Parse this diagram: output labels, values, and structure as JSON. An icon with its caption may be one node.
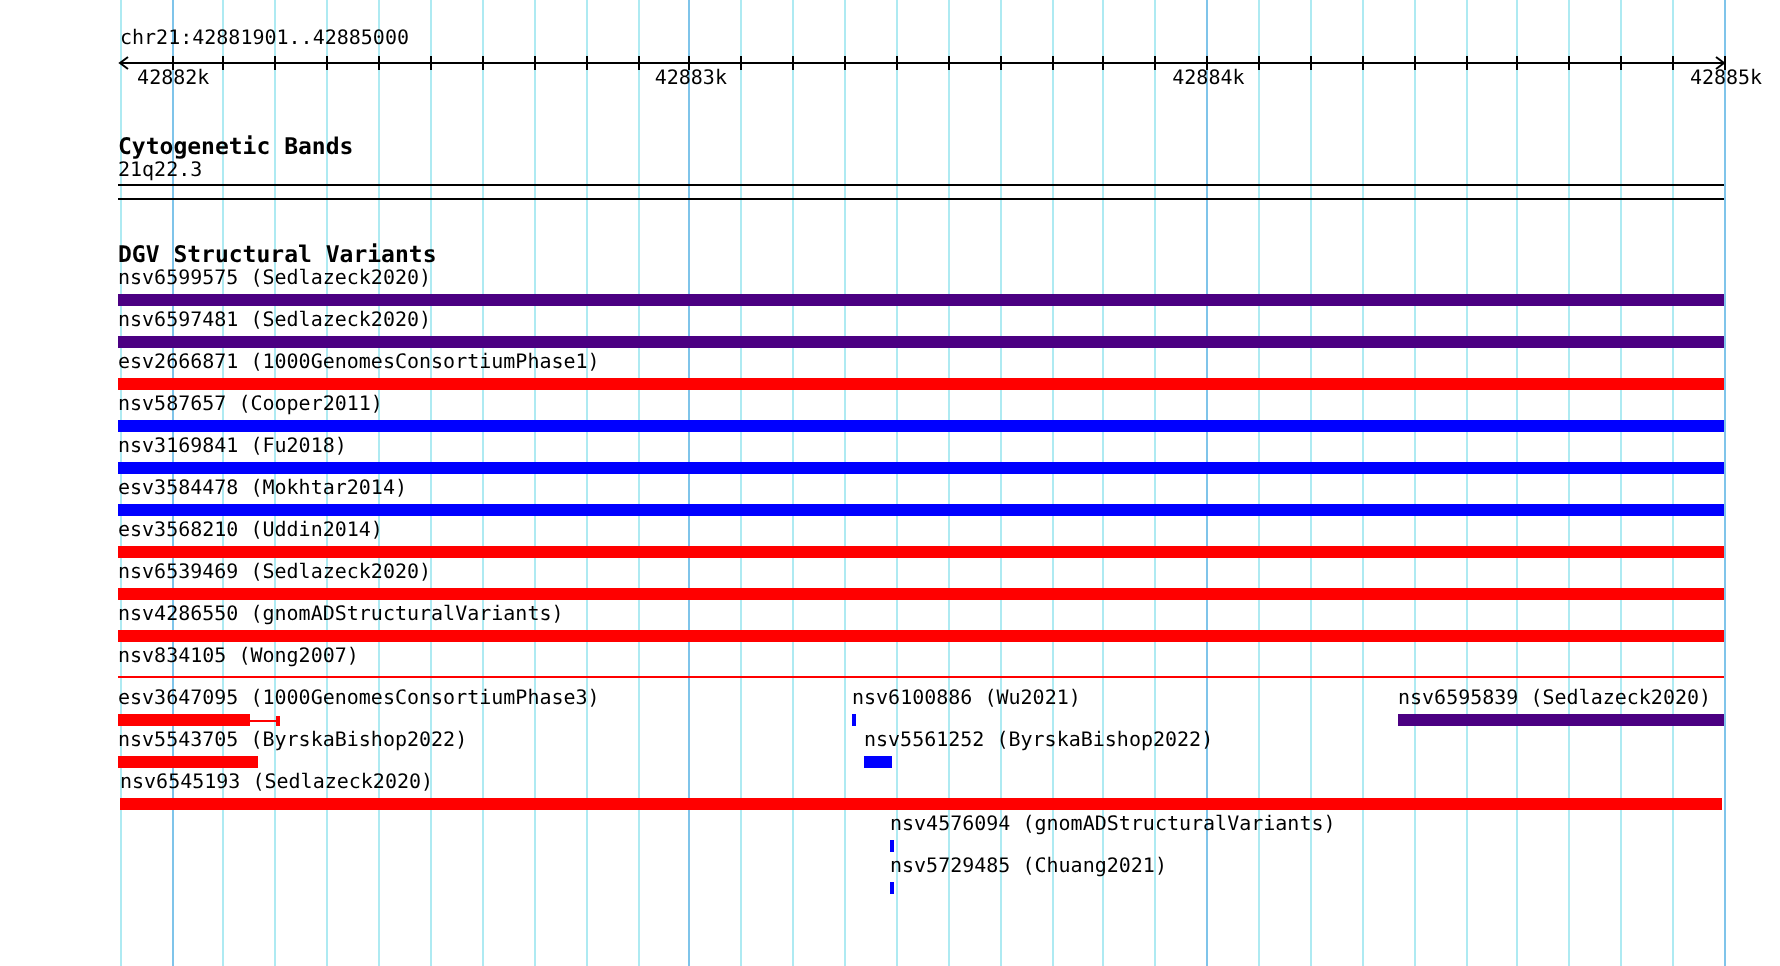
{
  "diagram": {
    "nodes": [
      {
        "text": [
          "21q22.3"
        ]
      },
      {
        "text": [
          "nsv6599575 (Sedlazeck2020)"
        ]
      },
      {
        "text": [
          "nsv6597481 (Sedlazeck2020)"
        ]
      },
      {
        "text": [
          "esv2666871 (1000GenomesConsortiumPhase1)"
        ]
      },
      {
        "text": [
          "nsv587657 (Cooper2011)"
        ]
      },
      {
        "text": [
          "nsv3169841 (Fu2018)"
        ]
      },
      {
        "text": [
          "esv3584478 (Mokhtar2014)"
        ]
      },
      {
        "text": [
          "esv3568210 (Uddin2014)"
        ]
      },
      {
        "text": [
          "nsv6539469 (Sedlazeck2020)"
        ]
      },
      {
        "text": [
          "nsv4286550 (gnomADStructuralVariants)"
        ]
      },
      {
        "text": [
          "nsv834105 (Wong2007)"
        ]
      },
      {
        "text": [
          "esv3647095 (1000GenomesConsortiumPhase3)"
        ]
      },
      {
        "text": [
          "nsv6100886 (Wu2021)"
        ]
      },
      {
        "text": [
          "nsv6595839 (Sedlazeck2020)"
        ]
      },
      {
        "text": [
          "nsv5543705 (ByrskaBishop2022)"
        ]
      },
      {
        "text": [
          "nsv5561252 (ByrskaBishop2022)"
        ]
      },
      {
        "text": [
          "nsv6545193 (Sedlazeck2020)"
        ]
      },
      {
        "text": [
          "nsv4576094 (gnomADStructuralVariants)"
        ]
      },
      {
        "text": [
          "nsv5729485 (Chuang2021)"
        ]
      }
    ],
    "labels": [
      "chr21:42881901..42885000",
      "42882k",
      "42883k",
      "42884k",
      "42885k",
      "Cytogenetic Bands",
      "DGV Structural Variants"
    ]
  }
}
